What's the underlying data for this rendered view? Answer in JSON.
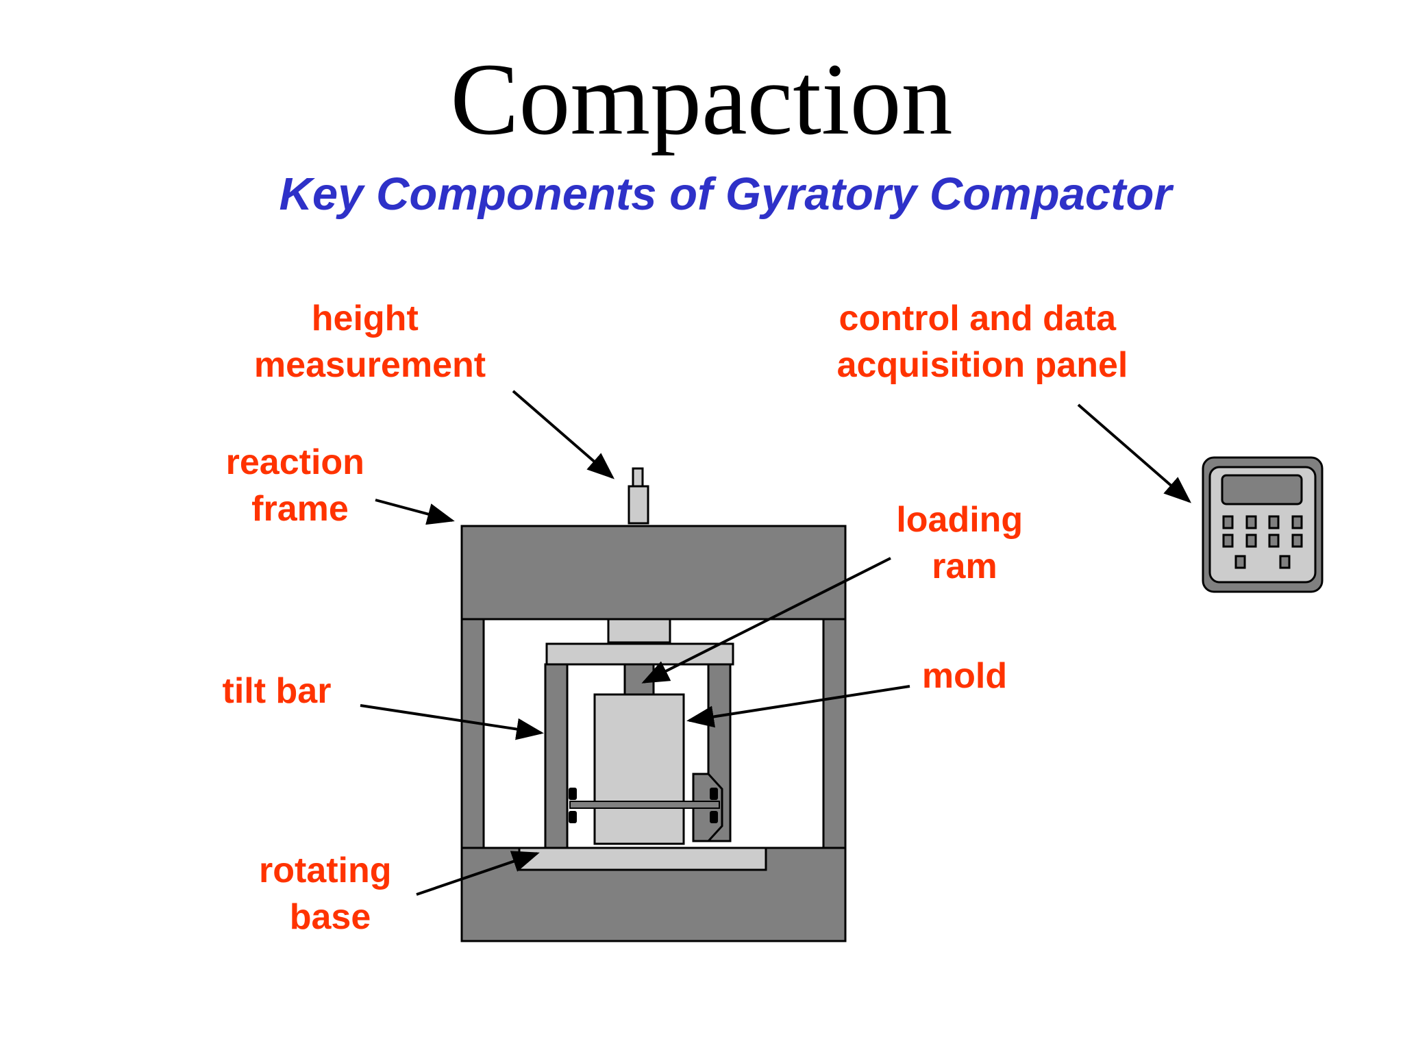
{
  "title": "Compaction",
  "subtitle": "Key Components of Gyratory Compactor",
  "labels": {
    "height_measurement": [
      "height",
      "measurement"
    ],
    "control_panel": [
      "control and data",
      "acquisition panel"
    ],
    "reaction_frame": [
      "reaction",
      "frame"
    ],
    "loading_ram": [
      "loading",
      "ram"
    ],
    "tilt_bar": [
      "tilt bar"
    ],
    "mold": [
      "mold"
    ],
    "rotating_base": [
      "rotating",
      "base"
    ]
  },
  "colors": {
    "title": "#000000",
    "subtitle": "#2e31c8",
    "label": "#ff3300",
    "frame_dark": "#808080",
    "frame_light": "#cccccc",
    "outline": "#000000"
  }
}
